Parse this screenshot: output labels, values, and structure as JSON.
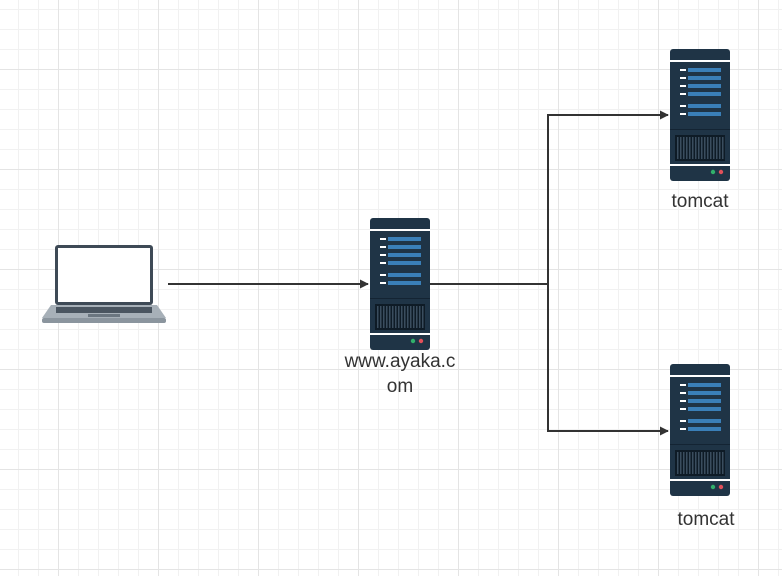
{
  "canvas": {
    "grid": true
  },
  "nodes": {
    "client": {
      "icon": "laptop-icon"
    },
    "proxy": {
      "icon": "server-icon",
      "label_line1": "www.ayaka.c",
      "label_line2": "om"
    },
    "tomcat1": {
      "icon": "server-icon",
      "label": "tomcat"
    },
    "tomcat2": {
      "icon": "server-icon",
      "label": "tomcat"
    }
  },
  "colors": {
    "server_body": "#1f3446",
    "server_stripe": "#3a7fb8",
    "line": "#333333"
  }
}
